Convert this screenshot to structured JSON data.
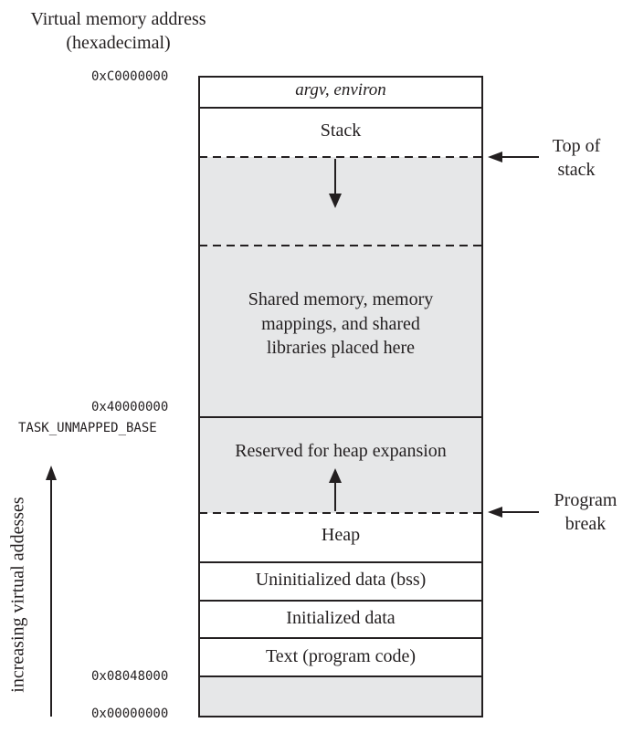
{
  "title": {
    "line1": "Virtual memory address",
    "line2": "(hexadecimal)"
  },
  "addresses": {
    "top": "0xC0000000",
    "mid": "0x40000000",
    "mid_name": "TASK_UNMAPPED_BASE",
    "text_start": "0x08048000",
    "zero": "0x00000000"
  },
  "segments": {
    "argv": "argv, environ",
    "stack": "Stack",
    "shared_line1": "Shared memory, memory",
    "shared_line2": "mappings, and shared",
    "shared_line3": "libraries placed here",
    "reserved": "Reserved for heap expansion",
    "heap": "Heap",
    "bss": "Uninitialized data (bss)",
    "init": "Initialized data",
    "text": "Text (program code)"
  },
  "pointers": {
    "top_of_stack_line1": "Top of",
    "top_of_stack_line2": "stack",
    "program_break_line1": "Program",
    "program_break_line2": "break"
  },
  "axis_label": "increasing virtual addesses",
  "colors": {
    "shade": "#e6e7e8",
    "ink": "#231f20"
  }
}
